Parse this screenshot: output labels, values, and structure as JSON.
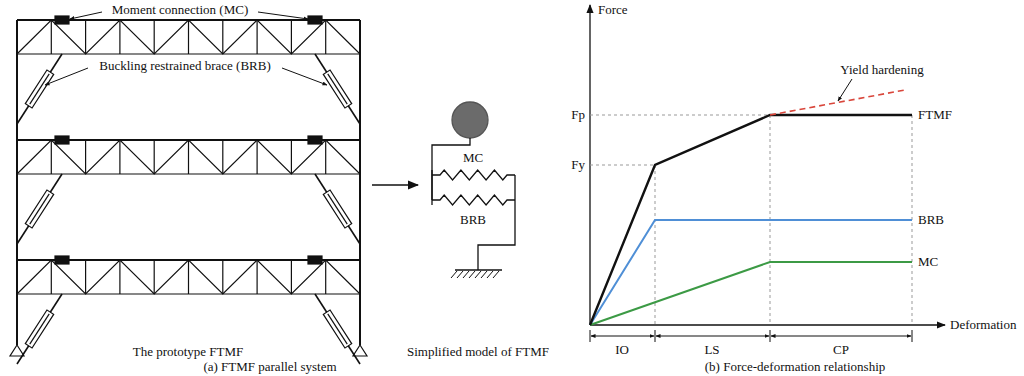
{
  "diagram": {
    "labels": [
      "Moment connection (MC)",
      "Buckling restrained brace (BRB)",
      "MC",
      "BRB",
      "The prototype FTMF",
      "Simplified model of FTMF",
      "(a) FTMF parallel system",
      "Force",
      "Yield hardening",
      "Fp",
      "Fy",
      "FTMF",
      "BRB",
      "MC",
      "IO",
      "LS",
      "CP",
      "Deformation",
      "(b) Force-deformation relationship"
    ]
  }
}
